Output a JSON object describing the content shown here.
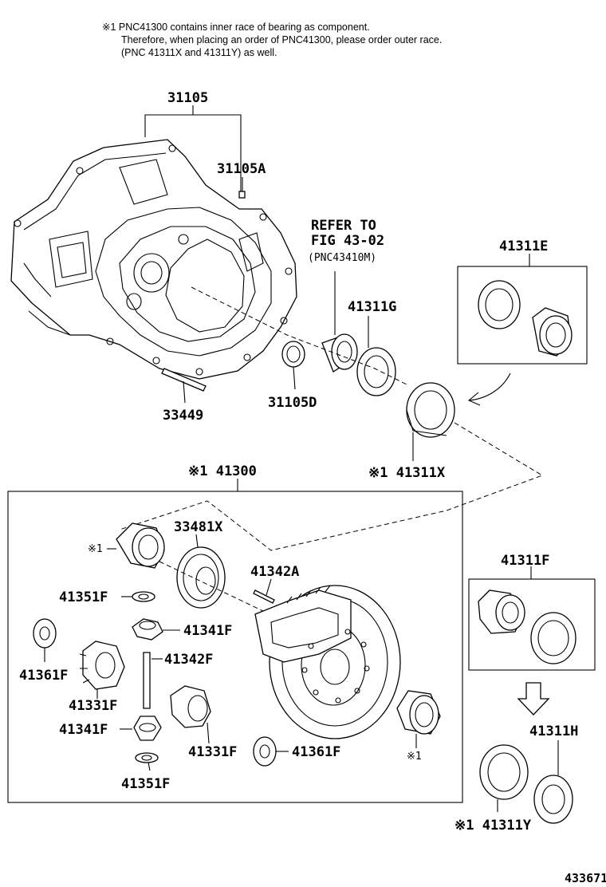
{
  "notes": {
    "line1": "※1 PNC41300 contains inner race of bearing as component.",
    "line2": "Therefore, when placing an order of PNC41300, please order outer race.",
    "line3": "(PNC 41311X and 41311Y) as well."
  },
  "callouts": {
    "c31105": "31105",
    "c31105A": "31105A",
    "refer1": "REFER TO",
    "refer2": "FIG 43-02",
    "refer3": "(PNC43410M)",
    "c41311E": "41311E",
    "c41311G": "41311G",
    "c31105D": "31105D",
    "c33449": "33449",
    "c41300": "※1 41300",
    "c41311X": "※1 41311X",
    "c33481X": "33481X",
    "mark1a": "※1",
    "c41342A": "41342A",
    "c41351F_a": "41351F",
    "c41341F_a": "41341F",
    "c41361F_a": "41361F",
    "c41342F": "41342F",
    "c41331F_a": "41331F",
    "c41341F_b": "41341F",
    "c41331F_b": "41331F",
    "c41361F_b": "41361F",
    "c41351F_b": "41351F",
    "mark1b": "※1",
    "c41311F": "41311F",
    "c41311H": "41311H",
    "c41311Y": "※1 41311Y",
    "figure_id": "433671"
  }
}
